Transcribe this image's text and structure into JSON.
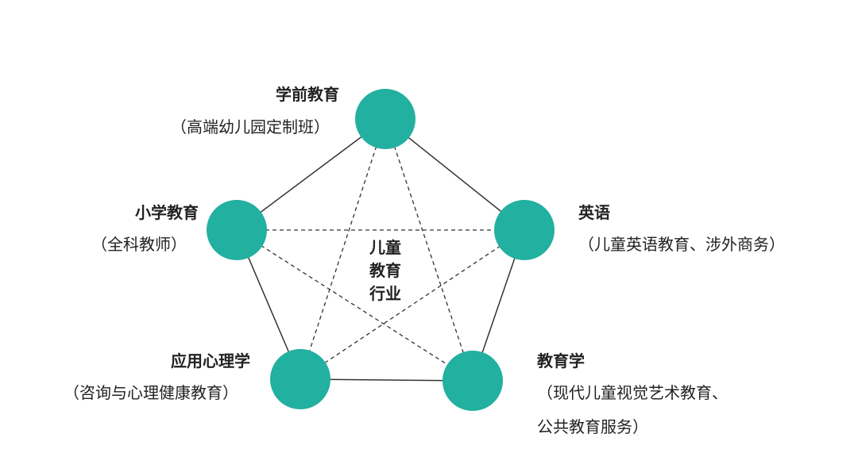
{
  "colors": {
    "node": "#22b0a0",
    "line": "#333333"
  },
  "center": {
    "lines": [
      "儿童",
      "教育",
      "行业"
    ]
  },
  "nodes": [
    {
      "id": "top",
      "title": "学前教育",
      "subtitle": "（高端幼儿园定制班）"
    },
    {
      "id": "left",
      "title": "小学教育",
      "subtitle": "（全科教师）"
    },
    {
      "id": "right",
      "title": "英语",
      "subtitle": "（儿童英语教育、涉外商务）"
    },
    {
      "id": "bottom-left",
      "title": "应用心理学",
      "subtitle": "（咨询与心理健康教育）"
    },
    {
      "id": "bottom-right",
      "title": "教育学",
      "subtitle": "（现代儿童视觉艺术教育、",
      "subtitle2": "公共教育服务）"
    }
  ]
}
